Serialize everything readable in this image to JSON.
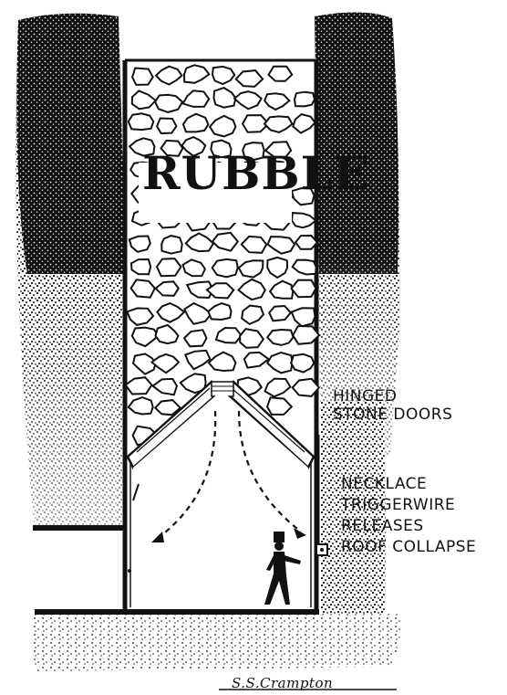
{
  "diagram": {
    "rubble_label": "RUBBLE",
    "callouts": {
      "hinged_doors": [
        "HINGED",
        "STONE DOORS"
      ],
      "trigger": [
        "NECKLACE",
        "TRIGGERWIRE",
        "RELEASES",
        "ROOF COLLAPSE"
      ]
    },
    "signature": "S.S.Crampton",
    "colors": {
      "ink": "#111111",
      "paper": "#ffffff"
    }
  }
}
